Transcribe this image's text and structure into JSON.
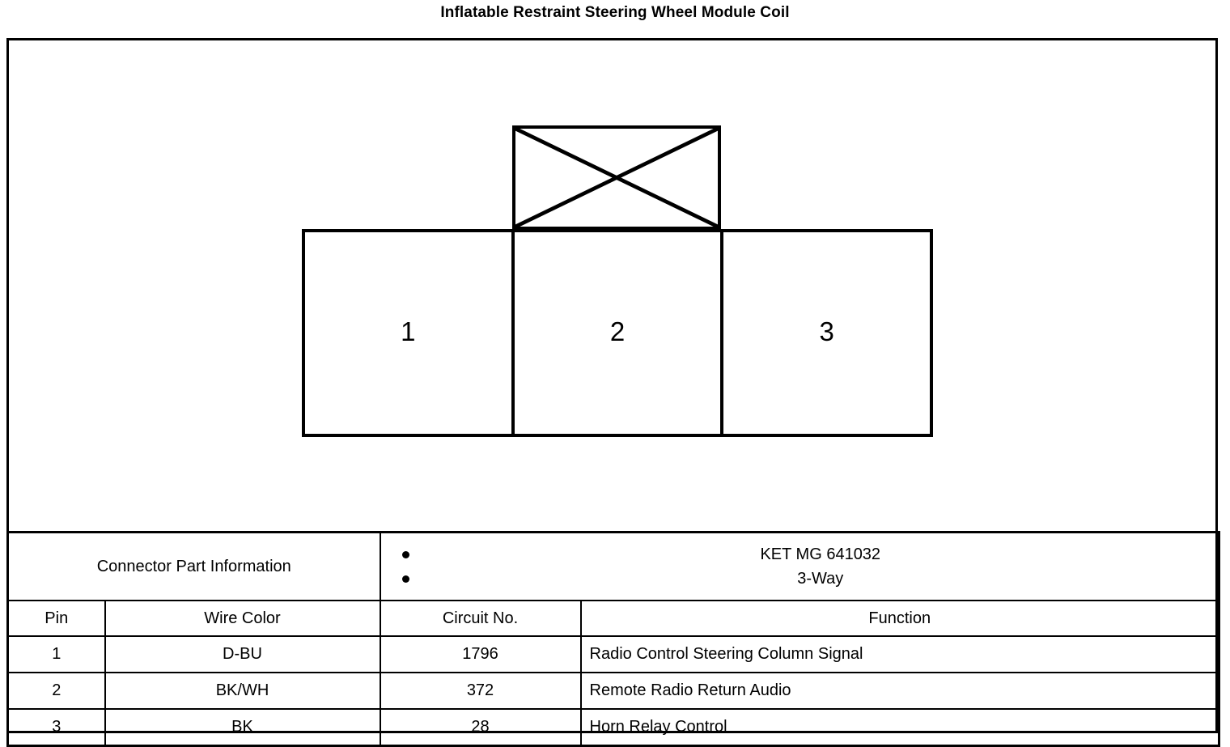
{
  "document": {
    "title": "Inflatable Restraint Steering Wheel Module Coil"
  },
  "connector_diagram": {
    "name": "connector-face-view",
    "top_cavity": {
      "label": "",
      "marking": "x-crossed-blocked-cavity"
    },
    "cells": [
      {
        "number": "1"
      },
      {
        "number": "2"
      },
      {
        "number": "3"
      }
    ]
  },
  "connector_part_information": {
    "label": "Connector Part Information",
    "bullets": [
      "KET MG 641032",
      "3-Way"
    ]
  },
  "pinout_table": {
    "headers": {
      "pin": "Pin",
      "wire_color": "Wire Color",
      "circuit_no": "Circuit No.",
      "function": "Function"
    },
    "rows": [
      {
        "pin": "1",
        "wire_color": "D-BU",
        "circuit_no": "1796",
        "function": "Radio Control Steering Column Signal"
      },
      {
        "pin": "2",
        "wire_color": "BK/WH",
        "circuit_no": "372",
        "function": "Remote Radio Return Audio"
      },
      {
        "pin": "3",
        "wire_color": "BK",
        "circuit_no": "28",
        "function": "Horn Relay Control"
      }
    ]
  },
  "colors": {
    "ink": "#000000",
    "paper": "#ffffff"
  }
}
